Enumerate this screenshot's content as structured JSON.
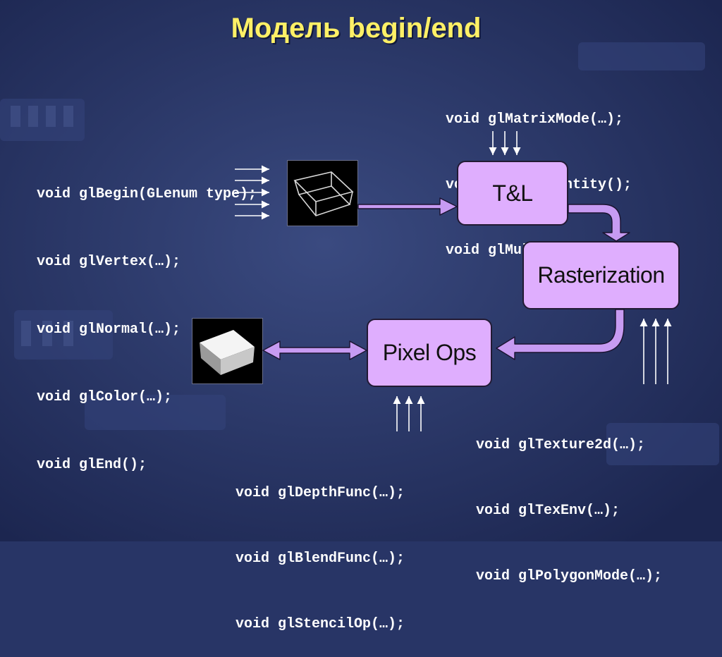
{
  "title": "Модель  begin/end",
  "boxes": {
    "tl": "T&L",
    "raster": "Rasterization",
    "pixel": "Pixel Ops"
  },
  "code_groups": {
    "begin": [
      "void glBegin(GLenum type);",
      "void glVertex(…);",
      "void glNormal(…);",
      "void glColor(…);",
      "void glEnd();"
    ],
    "matrix": [
      "void glMatrixMode(…);",
      "void glLoadIdentity();",
      "void glMultMatrixd(…);"
    ],
    "texture": [
      "void glTexture2d(…);",
      "void glTexEnv(…);",
      "void glPolygonMode(…);"
    ],
    "pixel": [
      "void glDepthFunc(…);",
      "void glBlendFunc(…);",
      "void glStencilOp(…);"
    ]
  },
  "images": {
    "wireframe": "wireframe-cube-icon",
    "solid": "solid-cube-icon"
  },
  "colors": {
    "background": "#283566",
    "title": "#FFF066",
    "box_fill": "#DFAEFE",
    "arrow_fill": "#C79BF2",
    "code_text": "#FFFFFF"
  }
}
